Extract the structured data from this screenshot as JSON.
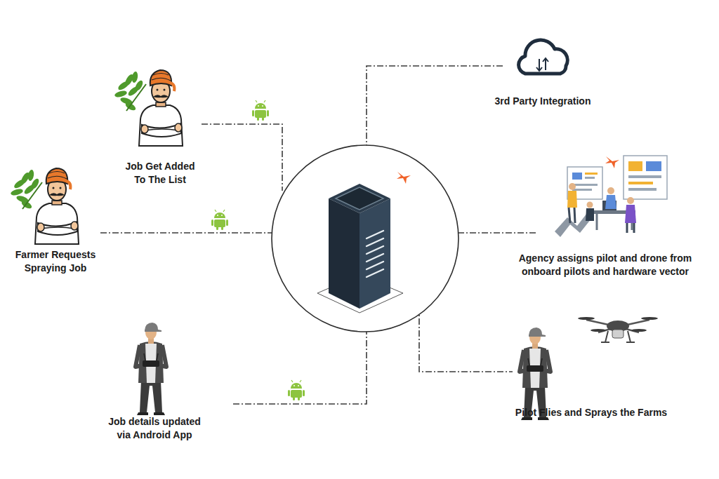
{
  "diagram": {
    "nodes": [
      {
        "text": [
          "Job Get Added To The List"
        ]
      },
      {
        "text": [
          "Farmer Requests Spraying Job"
        ]
      },
      {
        "text": [
          "Job details updated via Android App"
        ]
      },
      {
        "text": [
          "3rd Party Integration"
        ]
      },
      {
        "text": [
          "Agency assigns pilot and drone from onboard pilots and hardware vector"
        ]
      },
      {
        "text": [
          "Pilot Flies and Sprays the Farms"
        ]
      }
    ]
  }
}
